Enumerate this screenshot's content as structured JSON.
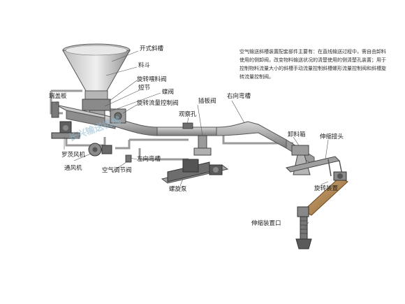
{
  "labels": {
    "slider_trough": "开式斜槽",
    "hopper": "料斗",
    "rotary_feed_valve": "旋转喂料阀",
    "short_joint": "短节",
    "butterfly_valve": "蝶阀",
    "rotary_flow_valve": "旋转流量控制阀",
    "end_cover": "端盖板",
    "inspection_hole": "观察孔",
    "gate_valve": "插板阀",
    "right_bend": "右向弯槽",
    "roots_blower": "罗茨风机",
    "fan": "通风机",
    "left_bend": "左向弯槽",
    "air_regulating_valve": "空气调节阀",
    "screw_pump": "螺旋泵",
    "discharge_box": "卸料箱",
    "telescopic_head": "伸缩接头",
    "rotary_device": "旋转装置",
    "telescopic_outlet": "伸缩装置口"
  },
  "description": "空气输送斜槽装置配套部件主要有：在直线输送过程中，需自由卸料使用的侧卸阀，改变物料输送状况的清楚使用的侧清楚孔装置；用于控制物料流量大小的斜槽手动流量控制斜槽螺形流量控制阀和斜槽旋转流量控制阀。",
  "watermark": "长兴输送机械",
  "colors": {
    "line": "#555555",
    "metal_light": "#dcdcdc",
    "metal_mid": "#a9a9a9",
    "metal_dark": "#6e6e6e",
    "trough_top": "#bdbdbd",
    "trough_side": "#8a8a8a",
    "spout_wood": "#b48a5a",
    "watermark": "#8fb8cf"
  }
}
